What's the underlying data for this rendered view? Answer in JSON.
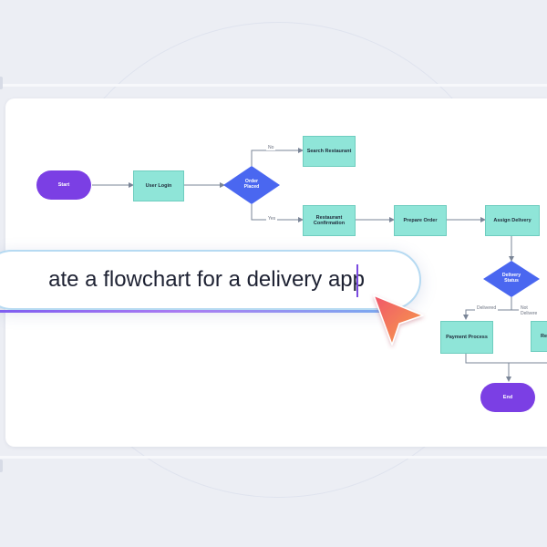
{
  "prompt": {
    "text": "ate a flowchart for a delivery app"
  },
  "flowchart": {
    "nodes": {
      "start": "Start",
      "user_login": "User Login",
      "order_placed": "Order Placed",
      "search_restaurant": "Search Restaurant",
      "restaurant_confirmation": "Restaurant Confirmation",
      "prepare_order": "Prepare Order",
      "assign_delivery": "Assign Delivery",
      "delivery_status": "Delivery Status",
      "payment_process": "Payment Process",
      "re_partial": "Re",
      "end": "End"
    },
    "edge_labels": {
      "no": "No",
      "yes": "Yes",
      "delivered": "Delivered",
      "not_delivered": "Not Delivere"
    }
  },
  "colors": {
    "terminal": "#7b3fe4",
    "process": "#8fe5d8",
    "decision": "#4a67f0",
    "connector": "#7a8597",
    "cursor_gradient_start": "#f0566b",
    "cursor_gradient_end": "#f7a247"
  },
  "icons": {
    "cursor": "pointer-arrow-icon"
  }
}
